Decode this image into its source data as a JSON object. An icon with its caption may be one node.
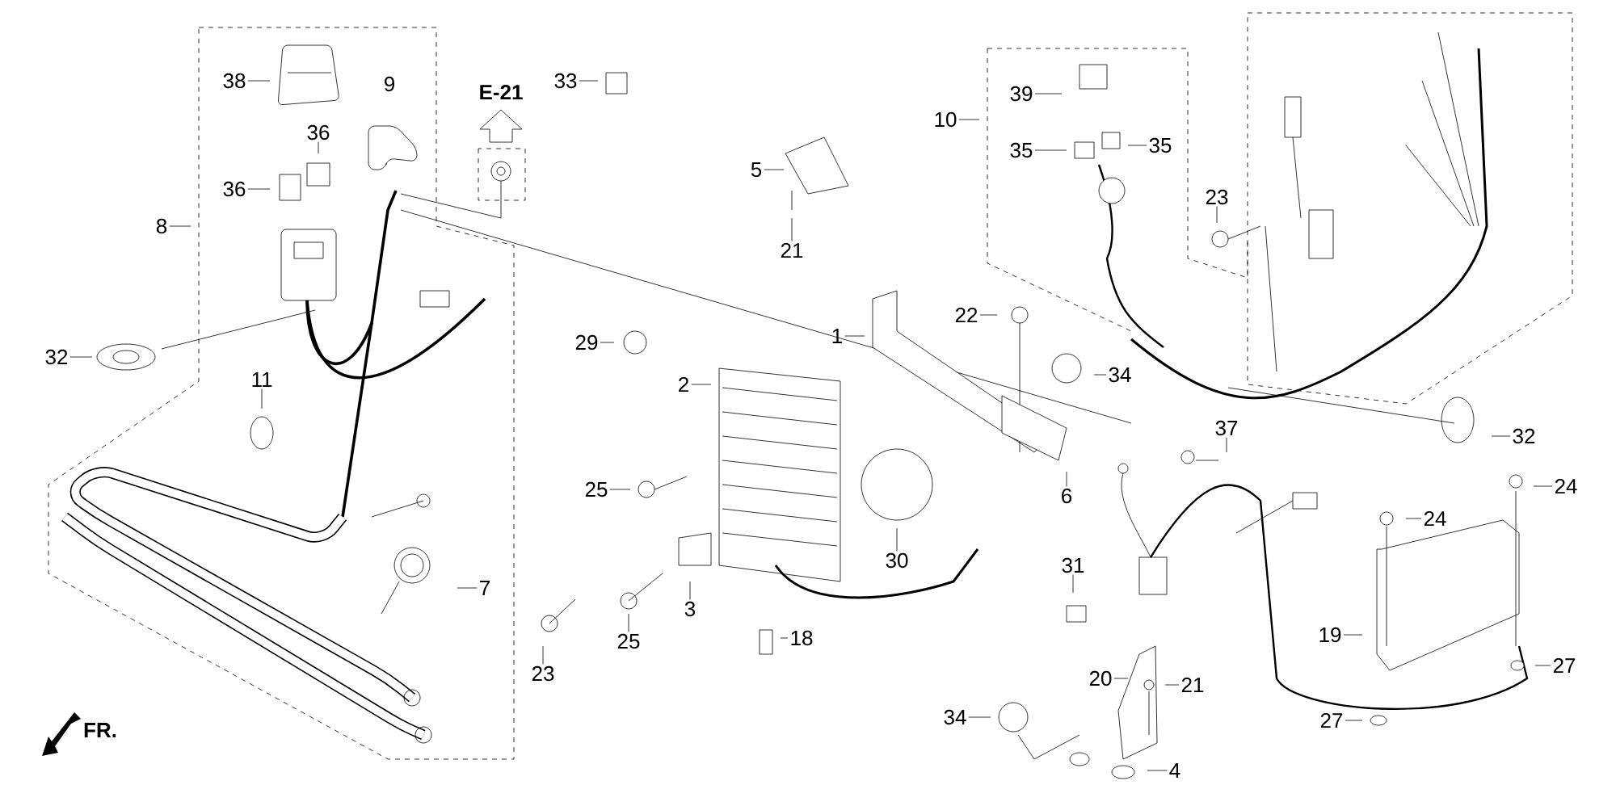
{
  "diagram": {
    "nodes": [
      {
        "text": [
          "38"
        ]
      },
      {
        "text": [
          "9"
        ]
      },
      {
        "text": [
          "36"
        ]
      },
      {
        "text": [
          "36"
        ]
      },
      {
        "text": [
          "8"
        ]
      },
      {
        "text": [
          "32"
        ]
      },
      {
        "text": [
          "11"
        ]
      },
      {
        "text": [
          "7"
        ]
      },
      {
        "text": [
          "23"
        ]
      },
      {
        "text": [
          "33"
        ]
      },
      {
        "text": [
          "5"
        ]
      },
      {
        "text": [
          "21"
        ]
      },
      {
        "text": [
          "39"
        ]
      },
      {
        "text": [
          "10"
        ]
      },
      {
        "text": [
          "35"
        ]
      },
      {
        "text": [
          "35"
        ]
      },
      {
        "text": [
          "23"
        ]
      },
      {
        "text": [
          "22"
        ]
      },
      {
        "text": [
          "1"
        ]
      },
      {
        "text": [
          "34"
        ]
      },
      {
        "text": [
          "29"
        ]
      },
      {
        "text": [
          "2"
        ]
      },
      {
        "text": [
          "25"
        ]
      },
      {
        "text": [
          "3"
        ]
      },
      {
        "text": [
          "25"
        ]
      },
      {
        "text": [
          "18"
        ]
      },
      {
        "text": [
          "30"
        ]
      },
      {
        "text": [
          "6"
        ]
      },
      {
        "text": [
          "37"
        ]
      },
      {
        "text": [
          "32"
        ]
      },
      {
        "text": [
          "24"
        ]
      },
      {
        "text": [
          "24"
        ]
      },
      {
        "text": [
          "31"
        ]
      },
      {
        "text": [
          "19"
        ]
      },
      {
        "text": [
          "20"
        ]
      },
      {
        "text": [
          "21"
        ]
      },
      {
        "text": [
          "34"
        ]
      },
      {
        "text": [
          "27"
        ]
      },
      {
        "text": [
          "27"
        ]
      },
      {
        "text": [
          "4"
        ]
      }
    ],
    "edges": [
      {
        "from": 0,
        "to": null,
        "arrow": "none"
      },
      {
        "from": 2,
        "to": null,
        "arrow": "none"
      },
      {
        "from": 3,
        "to": null,
        "arrow": "none"
      },
      {
        "from": 4,
        "to": null,
        "arrow": "none"
      },
      {
        "from": 5,
        "to": null,
        "arrow": "none"
      },
      {
        "from": 6,
        "to": null,
        "arrow": "none"
      },
      {
        "from": 7,
        "to": null,
        "arrow": "none"
      },
      {
        "from": 8,
        "to": null,
        "arrow": "none"
      },
      {
        "from": 9,
        "to": null,
        "arrow": "none"
      },
      {
        "from": 10,
        "to": null,
        "arrow": "none"
      },
      {
        "from": 11,
        "to": null,
        "arrow": "none"
      },
      {
        "from": 12,
        "to": null,
        "arrow": "none"
      },
      {
        "from": 13,
        "to": null,
        "arrow": "none"
      },
      {
        "from": 14,
        "to": null,
        "arrow": "none"
      },
      {
        "from": 15,
        "to": null,
        "arrow": "none"
      },
      {
        "from": 16,
        "to": null,
        "arrow": "none"
      },
      {
        "from": 17,
        "to": null,
        "arrow": "none"
      },
      {
        "from": 18,
        "to": null,
        "arrow": "none"
      },
      {
        "from": 19,
        "to": null,
        "arrow": "none"
      },
      {
        "from": 20,
        "to": null,
        "arrow": "none"
      },
      {
        "from": 21,
        "to": null,
        "arrow": "none"
      },
      {
        "from": 22,
        "to": null,
        "arrow": "none"
      },
      {
        "from": 23,
        "to": null,
        "arrow": "none"
      },
      {
        "from": 24,
        "to": null,
        "arrow": "none"
      },
      {
        "from": 25,
        "to": null,
        "arrow": "none"
      },
      {
        "from": 26,
        "to": null,
        "arrow": "none"
      },
      {
        "from": 27,
        "to": null,
        "arrow": "none"
      },
      {
        "from": 28,
        "to": null,
        "arrow": "none"
      },
      {
        "from": 29,
        "to": null,
        "arrow": "none"
      },
      {
        "from": 30,
        "to": null,
        "arrow": "none"
      },
      {
        "from": 31,
        "to": null,
        "arrow": "none"
      },
      {
        "from": 32,
        "to": null,
        "arrow": "none"
      },
      {
        "from": 33,
        "to": null,
        "arrow": "none"
      },
      {
        "from": 34,
        "to": null,
        "arrow": "none"
      },
      {
        "from": 35,
        "to": null,
        "arrow": "none"
      },
      {
        "from": 36,
        "to": null,
        "arrow": "none"
      },
      {
        "from": 37,
        "to": null,
        "arrow": "none"
      },
      {
        "from": 38,
        "to": null,
        "arrow": "none"
      },
      {
        "from": 39,
        "to": null,
        "arrow": "none"
      }
    ],
    "labels": [
      "E-21",
      "FR."
    ]
  }
}
